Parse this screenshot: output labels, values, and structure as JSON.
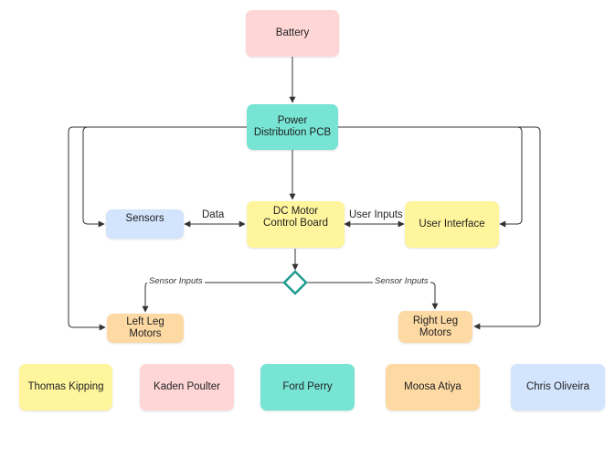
{
  "colors": {
    "pink": "#ffd6d6",
    "teal": "#77e4d4",
    "yellow": "#fff59d",
    "blue": "#d3e4fd",
    "orange": "#fdd9a4",
    "diamond_stroke": "#1f9c8c"
  },
  "nodes": {
    "battery": "Battery",
    "power_pcb": "Power\nDistribution PCB",
    "sensors": "Sensors",
    "dc_motor": "DC Motor\nControl Board",
    "user_interface": "User Interface",
    "left_leg": "Left Leg\nMotors",
    "right_leg": "Right Leg\nMotors"
  },
  "edge_labels": {
    "data": "Data",
    "user_inputs": "User Inputs",
    "sensor_inputs_left": "Sensor Inputs",
    "sensor_inputs_right": "Sensor Inputs"
  },
  "team": [
    "Thomas Kipping",
    "Kaden Poulter",
    "Ford Perry",
    "Moosa Atiya",
    "Chris Oliveira"
  ]
}
